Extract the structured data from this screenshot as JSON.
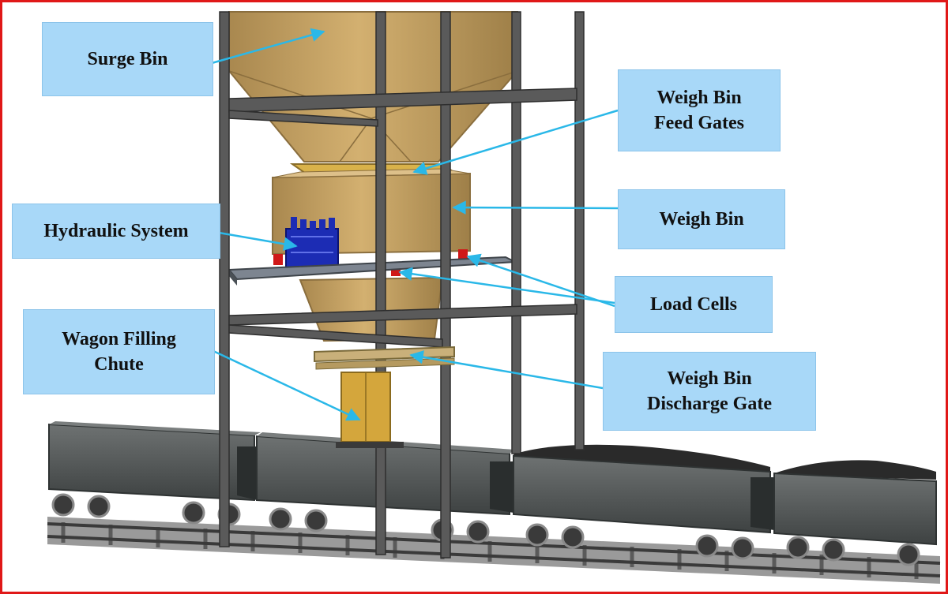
{
  "labels": {
    "surge_bin": "Surge Bin",
    "feed_gates": "Weigh Bin\nFeed Gates",
    "weigh_bin": "Weigh Bin",
    "hydraulic_system": "Hydraulic System",
    "load_cells": "Load Cells",
    "wagon_chute": "Wagon Filling\nChute",
    "discharge_gate": "Weigh Bin\nDischarge Gate"
  },
  "colors": {
    "frame_border": "#e01818",
    "label_fill": "#a8d8f8",
    "arrow": "#2ab8e8",
    "bin": "#c8a468",
    "steel": "#5a5a5a",
    "hydraulic_unit": "#1c2cb4",
    "load_cell": "#d01818",
    "wagon": "#555a5a",
    "coal": "#2a2a2a"
  }
}
